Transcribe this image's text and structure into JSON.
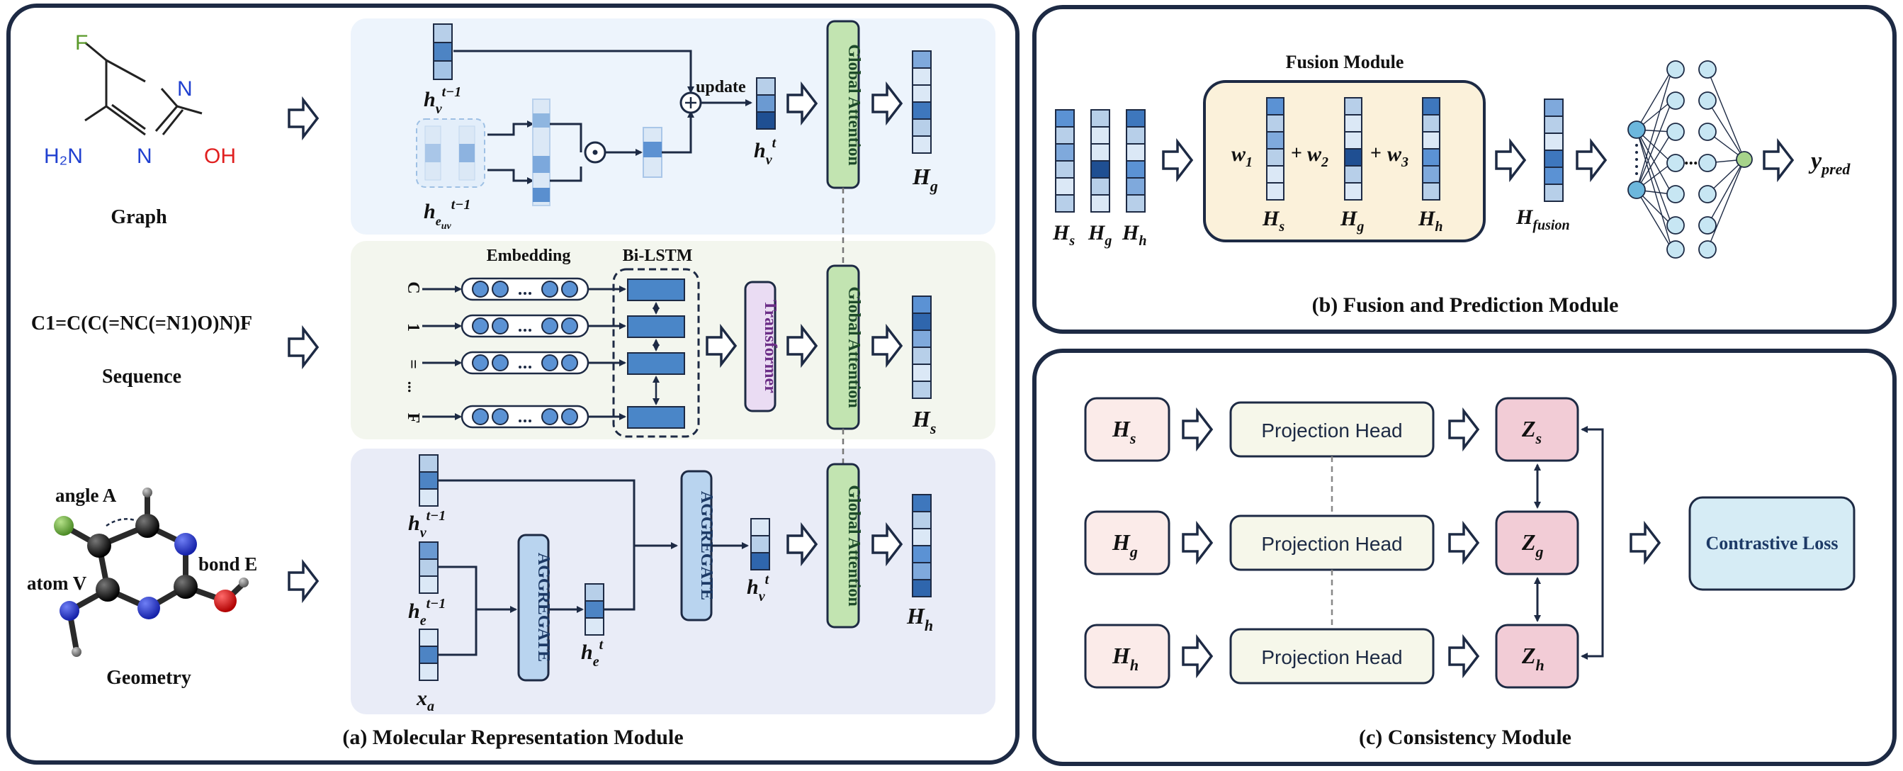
{
  "panel_a": {
    "title": "(a) Molecular Representation Module",
    "graph": {
      "label": "Graph",
      "atoms": {
        "F": "F",
        "N1": "N",
        "N2": "N",
        "OH": "OH",
        "NH2": "H₂N"
      },
      "h_prev": "h_v^{t-1}",
      "h_edge": "h_{e_uv}^{t-1}",
      "update": "update",
      "h_t": "h_v^t",
      "global_attention": "Global Attention",
      "out": "H_g"
    },
    "sequence": {
      "smiles": "C1=C(C(=NC(=N1)O)N)F",
      "label": "Sequence",
      "tokens": [
        "C",
        "1",
        "=",
        "...",
        "F"
      ],
      "embedding": "Embedding",
      "bilstm": "Bi-LSTM",
      "transformer": "Transformer",
      "global_attention": "Global Attention",
      "out": "H_s"
    },
    "geometry": {
      "label": "Geometry",
      "angle": "angle A",
      "bond": "bond E",
      "atom": "atom V",
      "h_prev": "h_v^{t-1}",
      "h_e_prev": "h_e^{t-1}",
      "x_a": "x_a",
      "aggregate1": "AGGREGATE",
      "h_e_t": "h_e^t",
      "aggregate2": "AGGREGATE",
      "h_t": "h_v^t",
      "global_attention": "Global Attention",
      "out": "H_h"
    }
  },
  "panel_b": {
    "title": "(b) Fusion and Prediction Module",
    "fusion_title": "Fusion Module",
    "inputs": [
      "H_s",
      "H_g",
      "H_h"
    ],
    "weights": [
      "w_1",
      "w_2",
      "w_3"
    ],
    "plus": "+",
    "fusion_out": "H_fusion",
    "ellipsis": "...",
    "output": "y_pred"
  },
  "panel_c": {
    "title": "(c) Consistency Module",
    "inputs": [
      "H_s",
      "H_g",
      "H_h"
    ],
    "projection_label": "Projection Head",
    "outputs": [
      "Z_s",
      "Z_g",
      "Z_h"
    ],
    "loss": "Contrastive Loss"
  }
}
